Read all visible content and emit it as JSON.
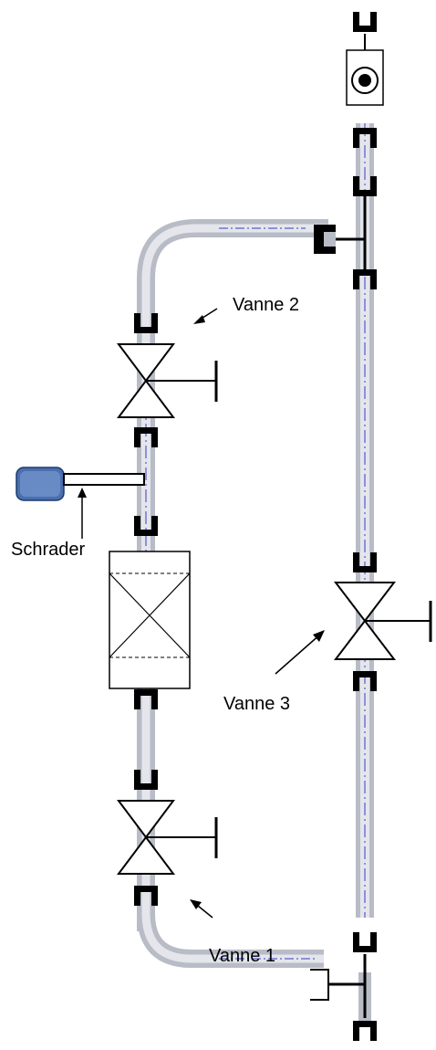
{
  "labels": {
    "vanne1": "Vanne 1",
    "vanne2": "Vanne 2",
    "vanne3": "Vanne 3",
    "schrader": "Schrader"
  },
  "colors": {
    "pipe_outer": "#b8bcc6",
    "pipe_inner": "#e4e6ec",
    "pipe_center": "#3a3ac8",
    "fitting": "#000000",
    "schrader": "#4a6fae"
  },
  "components": {
    "check_valve": "check-valve-icon",
    "filter": "filter-cartridge-icon",
    "valves": [
      "valve-1-icon",
      "valve-2-icon",
      "valve-3-icon"
    ],
    "schrader": "schrader-valve-icon"
  }
}
